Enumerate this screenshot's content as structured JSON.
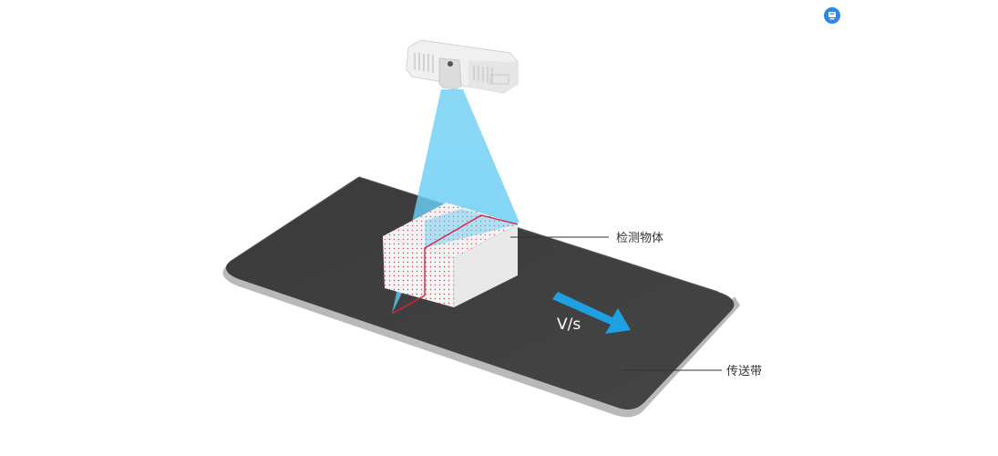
{
  "labels": {
    "object": "检测物体",
    "belt": "传送带",
    "speed": "V/s"
  },
  "icons": {
    "corner": "app-badge-icon",
    "speed_arrow": "arrow-down-right-icon"
  },
  "colors": {
    "belt_top": "#3f3f3f",
    "belt_side": "#b9b9b9",
    "beam": "#5ec8f2",
    "arrow": "#1ea1e3",
    "laser": "#d8233a",
    "corner_badge": "#2f86e6"
  }
}
